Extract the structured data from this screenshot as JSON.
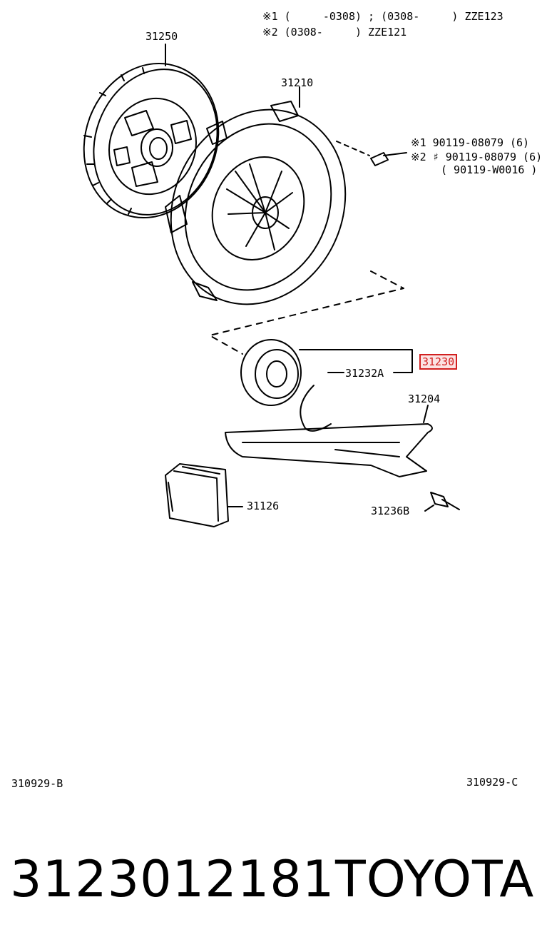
{
  "notes": {
    "line1": "※1 (     -0308) ; (0308-     ) ZZE123",
    "line2": "※2 (0308-     ) ZZE121"
  },
  "parts": {
    "p31250": "31250",
    "p31210": "31210",
    "bolt_line1": "※1 90119-08079 (6)",
    "bolt_line2": "※2 ♯ 90119-08079 (6)",
    "bolt_line3": "( 90119-W0016 )",
    "p31230": "31230",
    "p31232A": "31232A",
    "p31204": "31204",
    "p31126": "31126",
    "p31236B": "31236B"
  },
  "figure_ids": {
    "left": "310929-B",
    "right": "310929-C"
  },
  "footer": {
    "part_number": "3123012181",
    "brand": "TOYOTA"
  },
  "colors": {
    "highlight_border": "#d21f1f",
    "highlight_fill": "#fbe3e3",
    "line": "#000000"
  }
}
